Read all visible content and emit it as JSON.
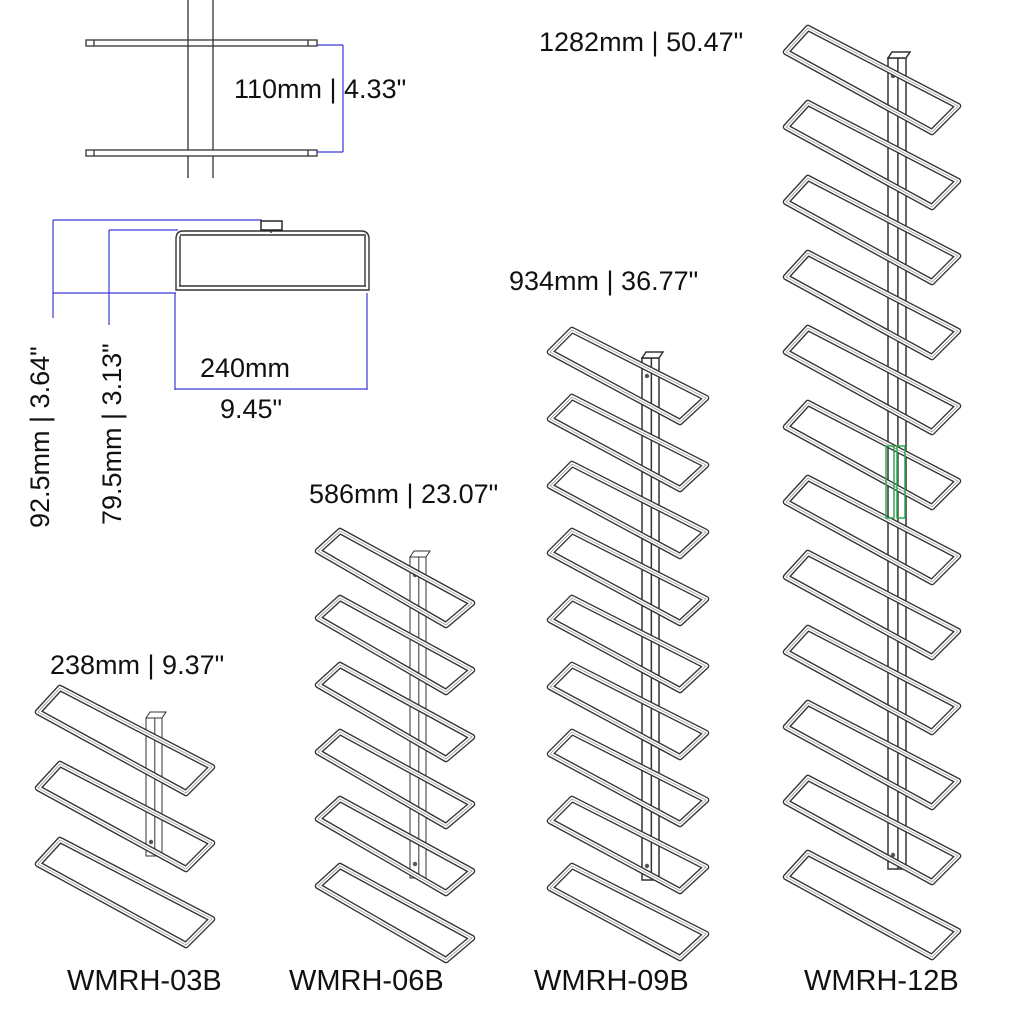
{
  "diagram": {
    "type": "product-dimension-drawing",
    "colors": {
      "line": "#333333",
      "dimension": "#3a3ad6",
      "highlight": "#2fa84f",
      "background": "#ffffff"
    },
    "detail_views": {
      "side_spacing": {
        "label": "110mm | 4.33\""
      },
      "top_depth": {
        "width_mm": "240mm",
        "width_in": "9.45\"",
        "outer_height": "92.5mm | 3.64\"",
        "inner_height": "79.5mm | 3.13\""
      }
    },
    "products": [
      {
        "model": "WMRH-03B",
        "height_label": "238mm | 9.37\"",
        "rungs": 3
      },
      {
        "model": "WMRH-06B",
        "height_label": "586mm | 23.07\"",
        "rungs": 6
      },
      {
        "model": "WMRH-09B",
        "height_label": "934mm | 36.77\"",
        "rungs": 9
      },
      {
        "model": "WMRH-12B",
        "height_label": "1282mm | 50.47\"",
        "rungs": 12
      }
    ]
  }
}
